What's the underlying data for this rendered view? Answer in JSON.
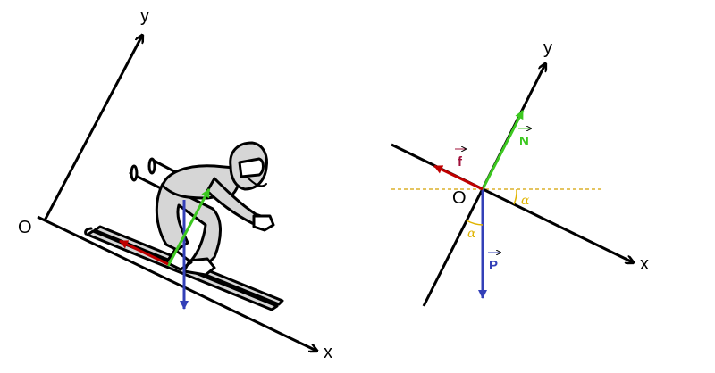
{
  "left_diagram": {
    "axis_y_label": "y",
    "axis_x_label": "x",
    "origin_label": "O"
  },
  "right_diagram": {
    "axis_y_label": "y",
    "axis_x_label": "x",
    "origin_label": "O",
    "vector_f_label": "f",
    "vector_n_label": "N",
    "vector_p_label": "P",
    "angle_label_1": "α",
    "angle_label_2": "α"
  },
  "colors": {
    "axes": "#000000",
    "friction": "#c00000",
    "normal": "#3cc820",
    "weight": "#3340b8",
    "horizontal_dashed": "#d4a000",
    "angle": "#e0b400",
    "skier_fill": "#d6d6d6"
  }
}
